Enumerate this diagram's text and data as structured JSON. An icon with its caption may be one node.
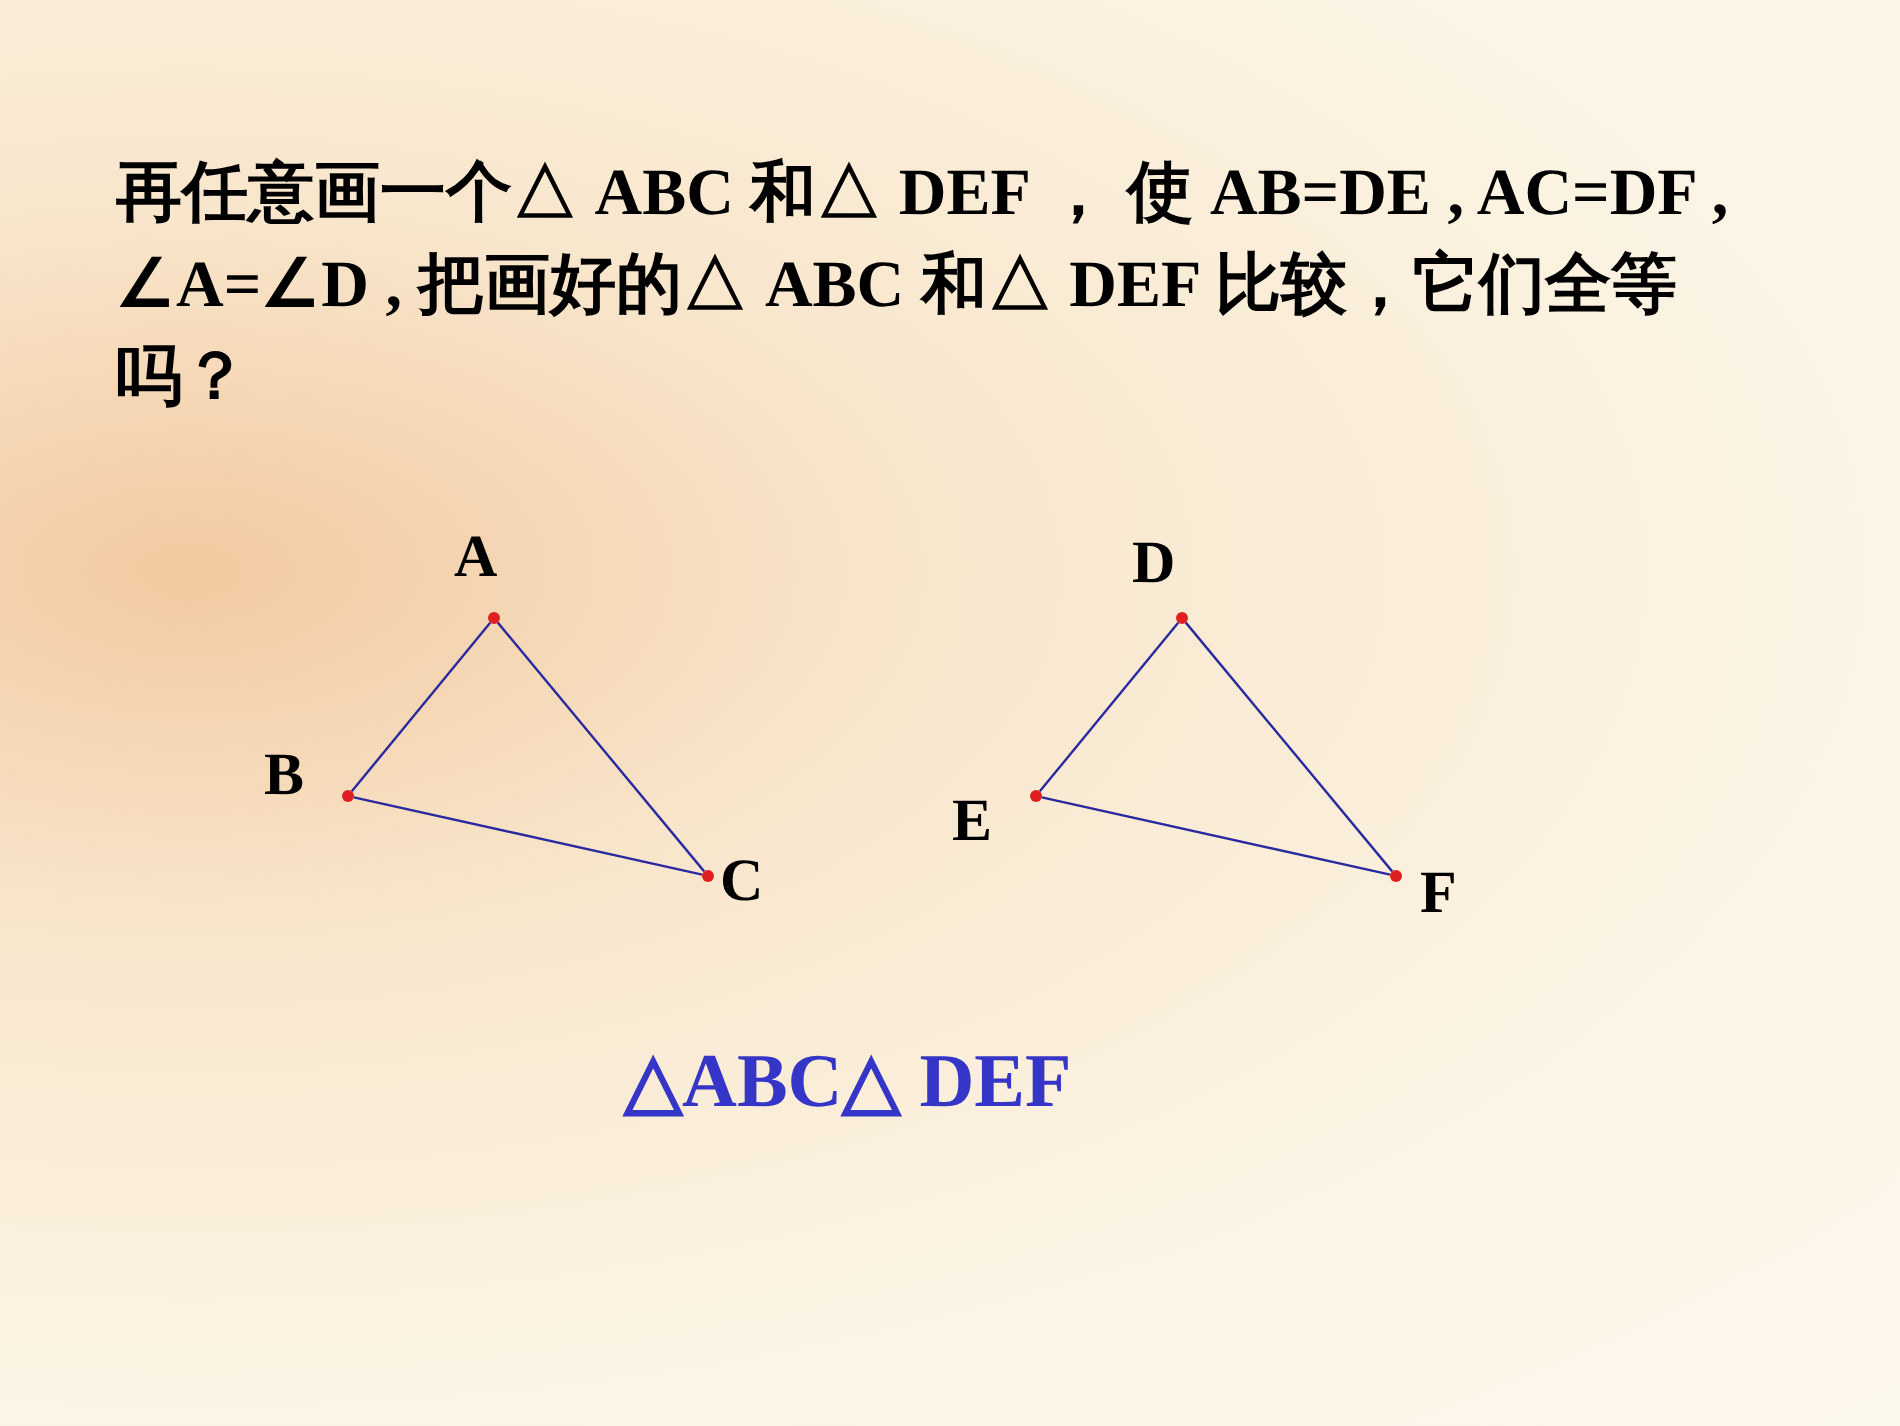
{
  "diagram": {
    "title": "再任意画一个△ ABC 和△ DEF ， 使 AB=DE , AC=DF , ∠A=∠D , 把画好的△ ABC 和△ DEF 比较，它们全等吗？",
    "nodes": [
      {
        "text": [],
        "shape": "circle",
        "beside": [
          "A"
        ]
      },
      {
        "text": [],
        "shape": "circle",
        "beside": [
          "B"
        ]
      },
      {
        "text": [],
        "shape": "circle",
        "beside": [
          "C"
        ]
      },
      {
        "text": [],
        "shape": "circle",
        "beside": [
          "D"
        ]
      },
      {
        "text": [],
        "shape": "circle",
        "beside": [
          "E"
        ]
      },
      {
        "text": [],
        "shape": "circle",
        "beside": [
          "F"
        ]
      }
    ],
    "edges": [
      {
        "from": 0,
        "to": 1,
        "arrow": "none"
      },
      {
        "from": 1,
        "to": 2,
        "arrow": "none"
      },
      {
        "from": 0,
        "to": 2,
        "arrow": "none"
      },
      {
        "from": 3,
        "to": 4,
        "arrow": "none"
      },
      {
        "from": 4,
        "to": 5,
        "arrow": "none"
      },
      {
        "from": 3,
        "to": 5,
        "arrow": "none"
      }
    ],
    "labels": [
      "△ABC△ DEF"
    ]
  }
}
